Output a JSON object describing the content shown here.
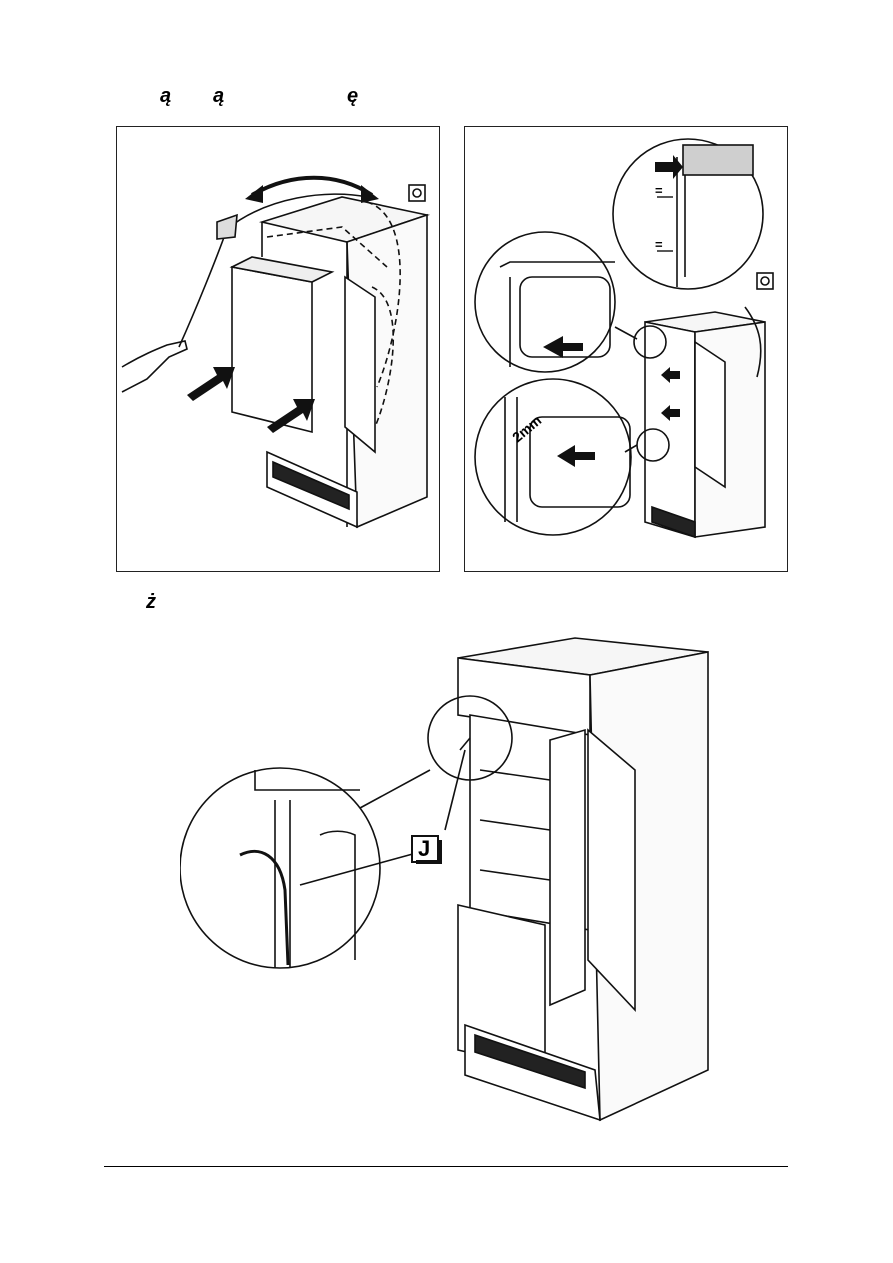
{
  "header": {
    "glyphs": [
      "ą",
      "ą",
      "ę"
    ]
  },
  "lower_section": {
    "glyph": "ż"
  },
  "figure_left": {
    "icon": "socket-icon"
  },
  "figure_right": {
    "gap_label": "2mm",
    "equal_marks": [
      "=",
      "="
    ],
    "icon": "socket-icon"
  },
  "figure_bottom": {
    "callout_label": "J"
  }
}
